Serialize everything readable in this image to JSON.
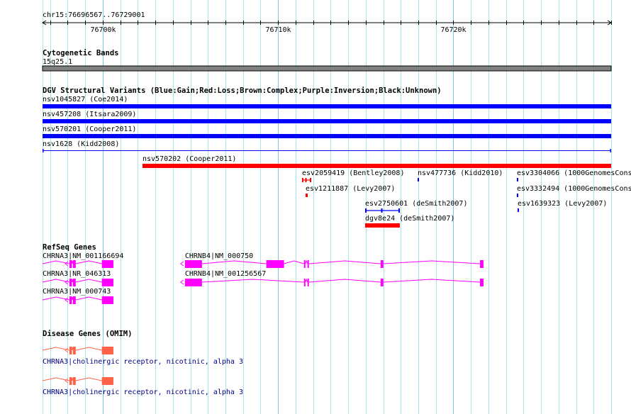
{
  "view": {
    "chrom": "chr15",
    "start": 76696567,
    "end": 76729001,
    "label": "chr15:76696567..76729001",
    "tick_labels": [
      "76700k",
      "76710k",
      "76720k"
    ]
  },
  "colors": {
    "gain": "#0000ff",
    "loss": "#ff0000",
    "gene": "#ff00ff",
    "omim": "#ff6347",
    "omim_label": "#000080",
    "band": "#808080",
    "grid": "#a8e4ec",
    "grid_major": "#7cc8e0"
  },
  "cyto": {
    "title": "Cytogenetic Bands",
    "band": "15q25.1"
  },
  "dgv": {
    "title": "DGV Structural Variants (Blue:Gain;Red:Loss;Brown:Complex;Purple:Inversion;Black:Unknown)",
    "features": [
      {
        "label": "nsv1045827 (Coe2014)",
        "type": "gain",
        "start": 76696567,
        "end": 76729001,
        "style": "thick"
      },
      {
        "label": "nsv457208 (Itsara2009)",
        "type": "gain",
        "start": 76696567,
        "end": 76729001,
        "style": "thick"
      },
      {
        "label": "nsv570201 (Cooper2011)",
        "type": "gain",
        "start": 76696567,
        "end": 76729001,
        "style": "thick"
      },
      {
        "label": "nsv1628 (Kidd2008)",
        "type": "gain",
        "start": 76696567,
        "end": 76729001,
        "style": "thin"
      },
      {
        "label": "nsv570202 (Cooper2011)",
        "type": "loss",
        "start": 76702269,
        "end": 76729001,
        "style": "thick"
      },
      {
        "label": "esv2059419 (Bentley2008)",
        "type": "loss",
        "start": 76711368,
        "end": 76711894,
        "style": "split"
      },
      {
        "label": "esv1211887 (Levy2007)",
        "type": "loss",
        "start": 76711570,
        "end": 76711692,
        "style": "thick"
      },
      {
        "label": "esv2750601 (deSmith2007)",
        "type": "gain",
        "start": 76714967,
        "end": 76716949,
        "style": "split"
      },
      {
        "label": "dgv8e24 (deSmith2007)",
        "type": "loss",
        "start": 76714967,
        "end": 76716949,
        "style": "thick"
      },
      {
        "label": "nsv477736 (Kidd2010)",
        "type": "gain",
        "start": 76717960,
        "end": 76718041,
        "style": "thick"
      },
      {
        "label": "esv3304066 (1000GenomesCons",
        "type": "gain",
        "start": 76723621,
        "end": 76723702,
        "style": "thick"
      },
      {
        "label": "esv3332494 (1000GenomesCons",
        "type": "gain",
        "start": 76723621,
        "end": 76723702,
        "style": "thick"
      },
      {
        "label": "esv1639323 (Levy2007)",
        "type": "gain",
        "start": 76723661,
        "end": 76723743,
        "style": "thick"
      }
    ]
  },
  "refseq": {
    "title": "RefSeq Genes",
    "genes": [
      {
        "label": "CHRNA3|NM_001166694",
        "strand": "-",
        "start": 76696567,
        "end": 76700609,
        "exons": [
          [
            76698100,
            76698240
          ],
          [
            76698300,
            76698460
          ],
          [
            76699950,
            76700609
          ]
        ]
      },
      {
        "label": "CHRNA3|NR_046313",
        "strand": "-",
        "start": 76696567,
        "end": 76700609,
        "exons": [
          [
            76698100,
            76698240
          ],
          [
            76698300,
            76698460
          ],
          [
            76699950,
            76700609
          ]
        ]
      },
      {
        "label": "CHRNA3|NM_000743",
        "strand": "-",
        "start": 76696567,
        "end": 76700609,
        "exons": [
          [
            76698100,
            76698240
          ],
          [
            76698300,
            76698460
          ],
          [
            76699950,
            76700609
          ]
        ]
      },
      {
        "label": "CHRNB4|NM_000750",
        "strand": "-",
        "start": 76704690,
        "end": 76721720,
        "exons": [
          [
            76704690,
            76705660
          ],
          [
            76709330,
            76710340
          ],
          [
            76711480,
            76711560
          ],
          [
            76711680,
            76711760
          ],
          [
            76715850,
            76716010
          ],
          [
            76721520,
            76721720
          ]
        ]
      },
      {
        "label": "CHRNB4|NM_001256567",
        "strand": "-",
        "start": 76704690,
        "end": 76721720,
        "exons": [
          [
            76704690,
            76705660
          ],
          [
            76711480,
            76711560
          ],
          [
            76711680,
            76711760
          ],
          [
            76715850,
            76716010
          ],
          [
            76721520,
            76721720
          ]
        ]
      }
    ]
  },
  "omim": {
    "title": "Disease Genes (OMIM)",
    "genes": [
      {
        "label": "CHRNA3|cholinergic receptor, nicotinic, alpha 3",
        "strand": "-",
        "start": 76696567,
        "end": 76700609,
        "exons": [
          [
            76698100,
            76698240
          ],
          [
            76698300,
            76698460
          ],
          [
            76699950,
            76700609
          ]
        ]
      },
      {
        "label": "CHRNA3|cholinergic receptor, nicotinic, alpha 3",
        "strand": "-",
        "start": 76696567,
        "end": 76700609,
        "exons": [
          [
            76698100,
            76698240
          ],
          [
            76698300,
            76698460
          ],
          [
            76699950,
            76700609
          ]
        ]
      }
    ]
  }
}
